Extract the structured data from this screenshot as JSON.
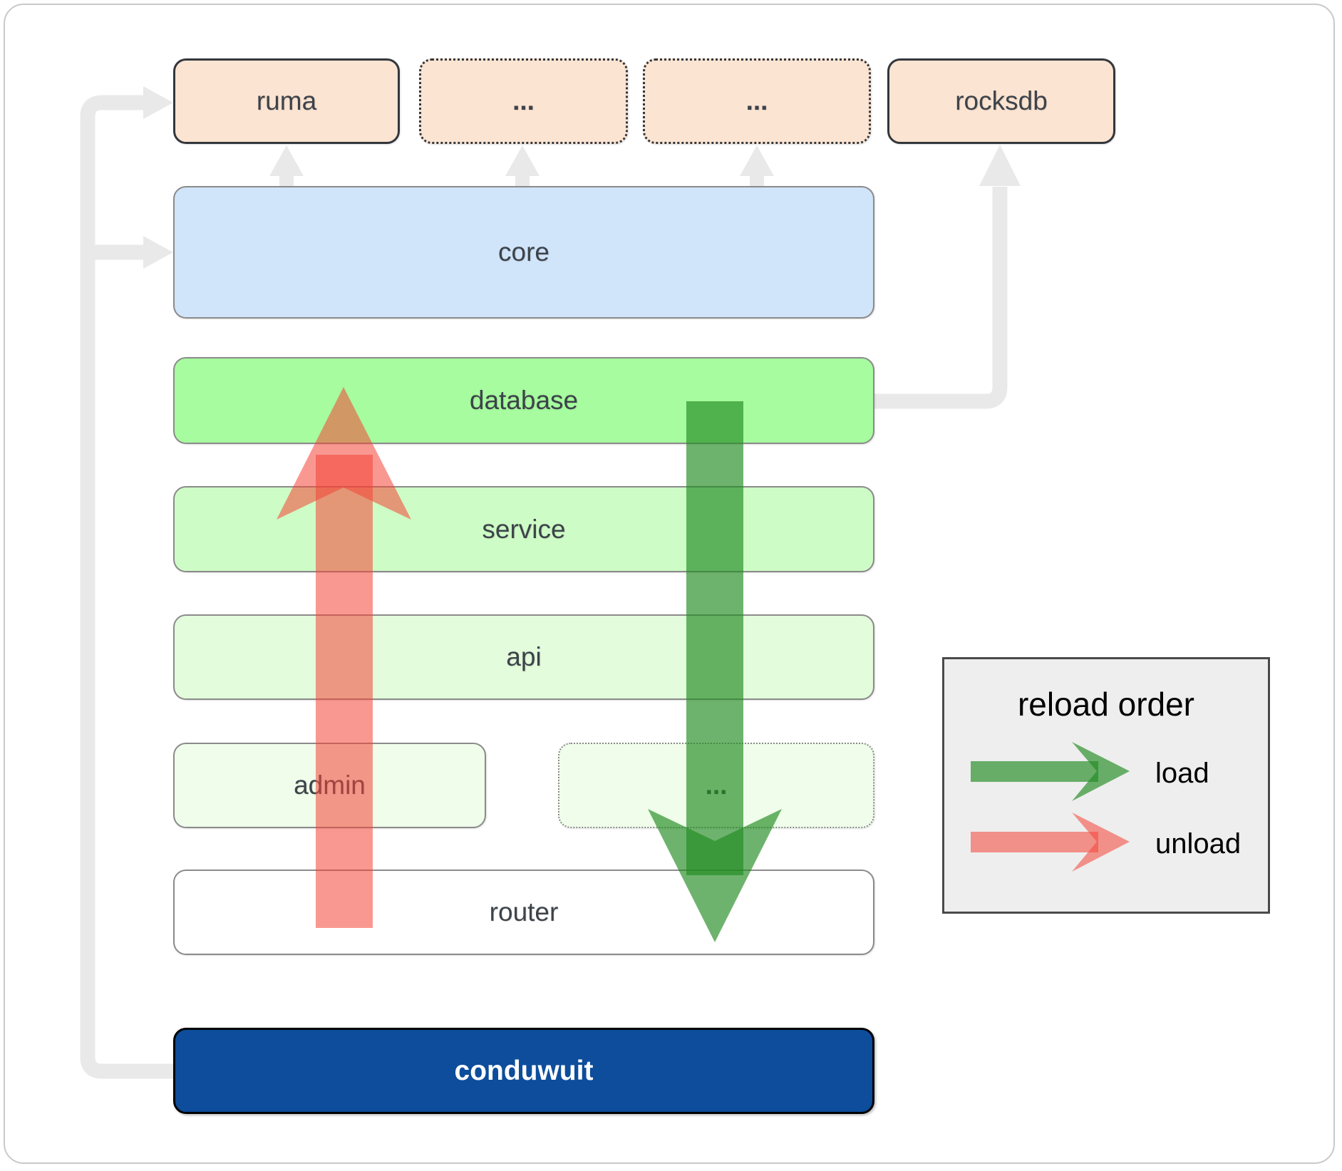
{
  "top_row": [
    {
      "id": "ruma",
      "label": "ruma",
      "border": "solid"
    },
    {
      "id": "dep-1",
      "label": "...",
      "border": "dotted"
    },
    {
      "id": "dep-2",
      "label": "...",
      "border": "dotted"
    },
    {
      "id": "rocksdb",
      "label": "rocksdb",
      "border": "solid"
    }
  ],
  "layers": [
    {
      "id": "core",
      "label": "core",
      "color": "#d0e4fa"
    },
    {
      "id": "database",
      "label": "database",
      "color": "#a6fc9e"
    },
    {
      "id": "service",
      "label": "service",
      "color": "#cefcc6"
    },
    {
      "id": "api",
      "label": "api",
      "color": "#e3fcdc"
    }
  ],
  "sub_row": [
    {
      "id": "admin",
      "label": "admin",
      "border": "solid",
      "color": "#f0fdeb"
    },
    {
      "id": "more",
      "label": "...",
      "border": "dotted",
      "color": "#f0fdeb"
    }
  ],
  "bottom": [
    {
      "id": "router",
      "label": "router",
      "color": "#ffffff"
    },
    {
      "id": "conduwuit",
      "label": "conduwuit",
      "color": "#0d4d9b"
    }
  ],
  "legend": {
    "title": "reload order",
    "items": [
      {
        "label": "load",
        "color": "#228b22",
        "direction": "down"
      },
      {
        "label": "unload",
        "color": "#f44336",
        "direction": "up"
      }
    ]
  },
  "colors": {
    "load_arrow": "#228b22",
    "unload_arrow": "#f44336",
    "connector_gray": "#e9e9e9",
    "box_peach": "#fce4d2",
    "box_blue": "#d0e4fa",
    "box_green": "#a6fc9e",
    "conduwuit_blue": "#0d4d9b",
    "label_text": "#3d434a",
    "legend_bg": "#eeeeee"
  }
}
